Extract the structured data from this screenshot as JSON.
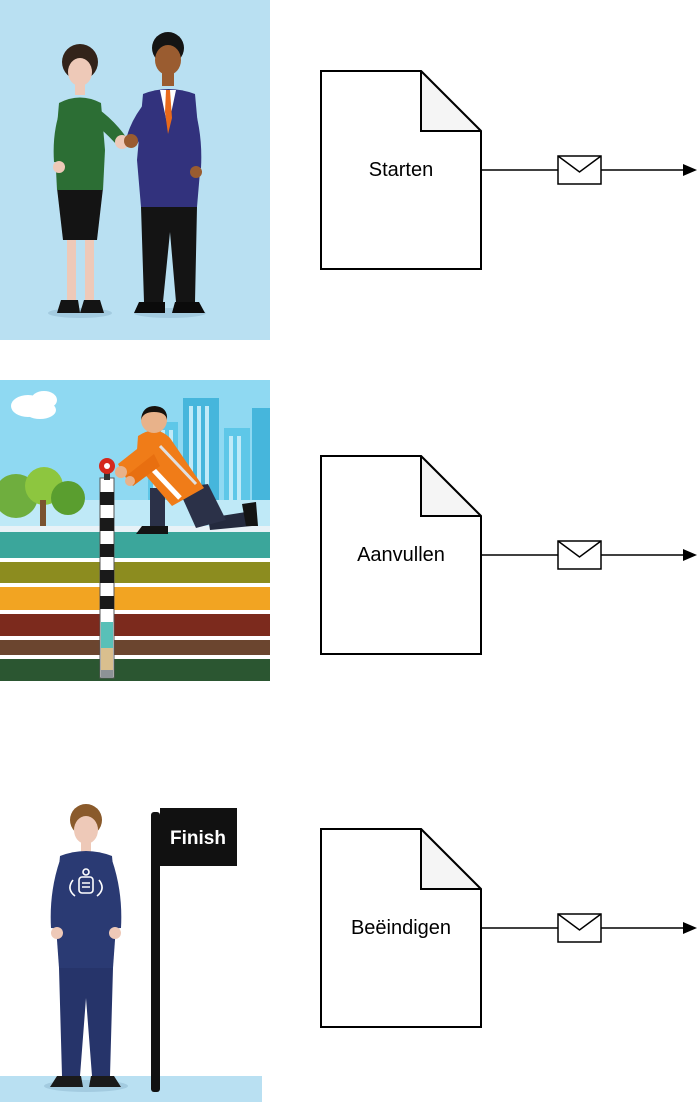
{
  "diagram": {
    "rows": [
      {
        "id": "starten",
        "illustration_alt": "Two people in business clothes shaking hands",
        "doc_label": "Starten"
      },
      {
        "id": "aanvullen",
        "illustration_alt": "Field worker with measuring tape at a groundwater monitoring well above colored soil layers",
        "doc_label": "Aanvullen"
      },
      {
        "id": "beeindigen",
        "illustration_alt": "Official in blue suit standing next to a finish flag",
        "doc_label": "Beëindigen",
        "flag_label": "Finish"
      }
    ],
    "colors": {
      "illustration_background": "#b9e0f2",
      "document_fill": "#ffffff",
      "document_fold": "#f5f5f5",
      "connector": "#000000",
      "flag": "#111111",
      "flag_text": "#ffffff"
    },
    "icons": {
      "envelope": "envelope-icon",
      "arrowhead": "arrowhead-icon",
      "document": "document-note-shape"
    }
  }
}
